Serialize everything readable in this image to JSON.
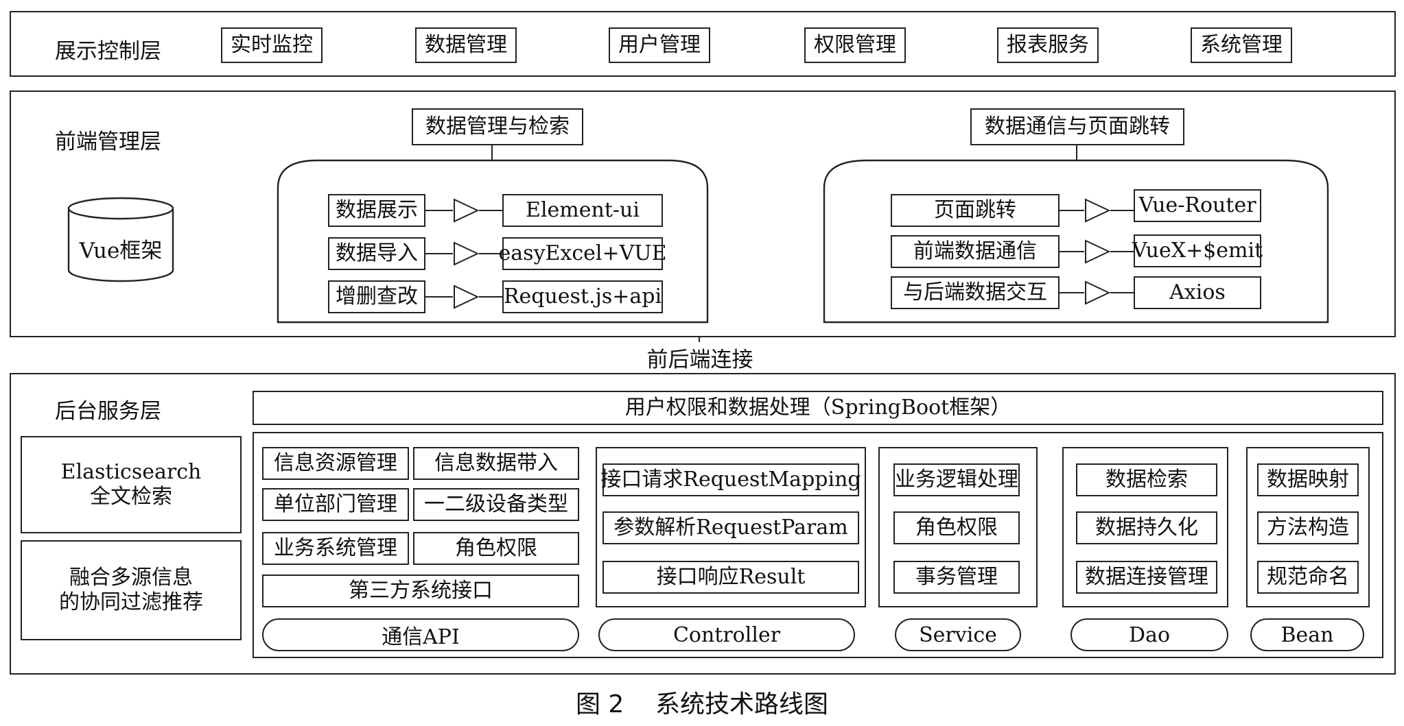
{
  "display_layer": {
    "title": "展示控制层",
    "items": [
      "实时监控",
      "数据管理",
      "用户管理",
      "权限管理",
      "报表服务",
      "系统管理"
    ]
  },
  "frontend_layer": {
    "title": "前端管理层",
    "framework": "Vue框架",
    "left_group": {
      "title": "数据管理与检索",
      "rows": [
        {
          "left": "数据展示",
          "right": "Element-ui"
        },
        {
          "left": "数据导入",
          "right": "easyExcel+VUE"
        },
        {
          "left": "增删查改",
          "right": "Request.js+api"
        }
      ]
    },
    "right_group": {
      "title": "数据通信与页面跳转",
      "rows": [
        {
          "left": "页面跳转",
          "right": "Vue-Router"
        },
        {
          "left": "前端数据通信",
          "right": "VueX+$emit"
        },
        {
          "left": "与后端数据交互",
          "right": "Axios"
        }
      ]
    }
  },
  "connector_label": "前后端连接",
  "backend_layer": {
    "title": "后台服务层",
    "banner": "用户权限和数据处理（SpringBoot框架）",
    "side": {
      "es_line1": "Elasticsearch",
      "es_line2": "全文检索",
      "rec_line1": "融合多源信息",
      "rec_line2": "的协同过滤推荐"
    },
    "api_group": {
      "items": [
        "信息资源管理",
        "信息数据带入",
        "单位部门管理",
        "一二级设备类型",
        "业务系统管理",
        "角色权限"
      ],
      "wide_item": "第三方系统接口",
      "pill": "通信API"
    },
    "controller_group": {
      "items": [
        "接口请求RequestMapping",
        "参数解析RequestParam",
        "接口响应Result"
      ],
      "pill": "Controller"
    },
    "service_group": {
      "items": [
        "业务逻辑处理",
        "角色权限",
        "事务管理"
      ],
      "pill": "Service"
    },
    "dao_group": {
      "items": [
        "数据检索",
        "数据持久化",
        "数据连接管理"
      ],
      "pill": "Dao"
    },
    "bean_group": {
      "items": [
        "数据映射",
        "方法构造",
        "规范命名"
      ],
      "pill": "Bean"
    }
  },
  "caption": "图 2    系统技术路线图"
}
